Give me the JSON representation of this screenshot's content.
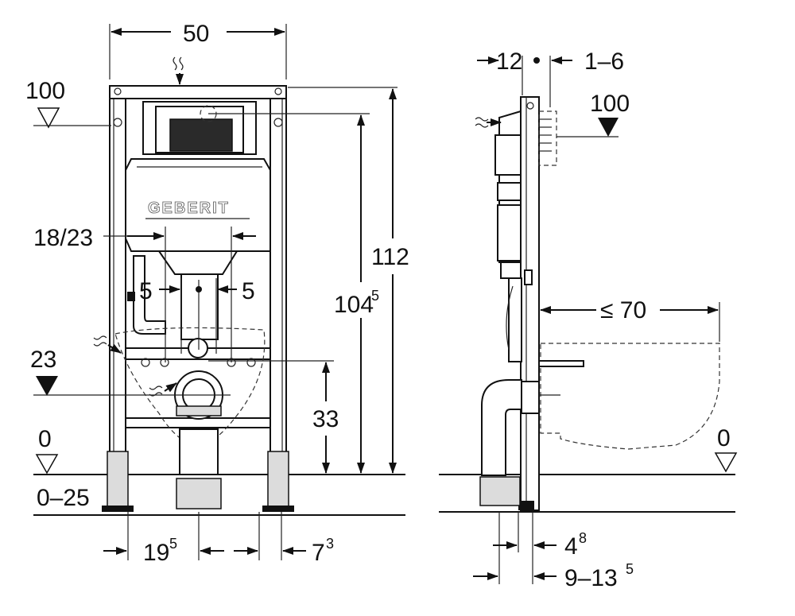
{
  "front_view": {
    "brand": "GEBERIT",
    "dims": {
      "frame_width": "50",
      "frame_height": "112",
      "actuator_height_main": "104",
      "actuator_height_sup": "5",
      "drain_height": "33",
      "connection_spacing": "18/23",
      "offset_left": "5",
      "offset_right": "5",
      "floor_range": "0–25",
      "foot_left_main": "19",
      "foot_left_sup": "5",
      "foot_right_main": "7",
      "foot_right_sup": "3"
    },
    "levels": {
      "top": "100",
      "mid": "23",
      "floor": "0"
    }
  },
  "side_view": {
    "dims": {
      "top_left": "12",
      "top_right": "1–6",
      "bowl_projection": "≤ 70",
      "bottom_inner_main": "4",
      "bottom_inner_sup": "8",
      "bottom_outer_main": "9–13",
      "bottom_outer_sup": "5"
    },
    "levels": {
      "top": "100",
      "floor": "0"
    }
  }
}
